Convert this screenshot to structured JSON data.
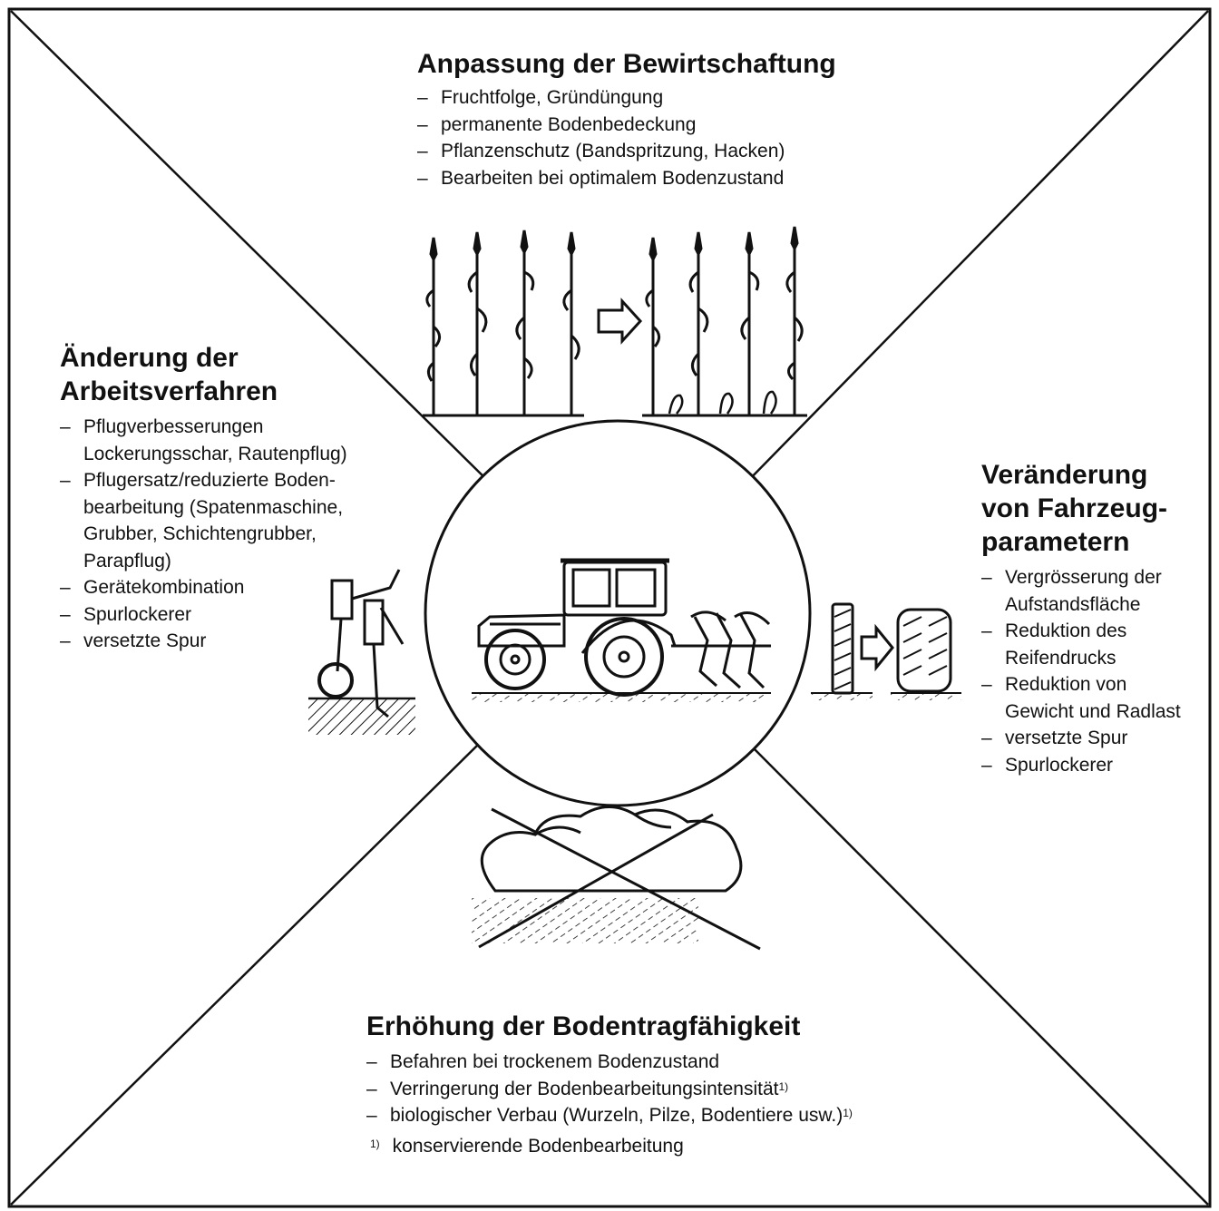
{
  "top": {
    "title": "Anpassung der Bewirtschaftung",
    "items": [
      "Fruchtfolge, Gründüngung",
      "permanente Bodenbedeckung",
      "Pflanzenschutz (Bandspritzung, Hacken)",
      "Bearbeiten bei optimalem Bodenzustand"
    ]
  },
  "left": {
    "title_line1": "Änderung der",
    "title_line2": "Arbeitsverfahren",
    "items": [
      "Pflugverbesserungen",
      "Lockerungsschar, Rautenpflug)",
      "Pflugersatz/reduzierte Boden-",
      "bearbeitung (Spatenmaschine,",
      "Grubber, Schichtengrubber,",
      "Parapflug)",
      "Gerätekombination",
      "Spurlockerer",
      "versetzte Spur"
    ]
  },
  "right": {
    "title_line1": "Veränderung",
    "title_line2": "von Fahrzeug-",
    "title_line3": "parametern",
    "items": [
      "Vergrösserung der",
      "Aufstandsfläche",
      "Reduktion des",
      "Reifendrucks",
      "Reduktion von",
      "Gewicht und Radlast",
      "versetzte Spur",
      "Spurlockerer"
    ]
  },
  "bottom": {
    "title": "Erhöhung der Bodentragfähigkeit",
    "items": [
      "Befahren bei trockenem Bodenzustand",
      "Verringerung der Bodenbearbeitungsintensität",
      "biologischer Verbau (Wurzeln, Pilze, Bodentiere usw.)"
    ],
    "footnote_mark": "1)",
    "footnote_text": "konservierende Bodenbearbeitung"
  },
  "dash": "–"
}
